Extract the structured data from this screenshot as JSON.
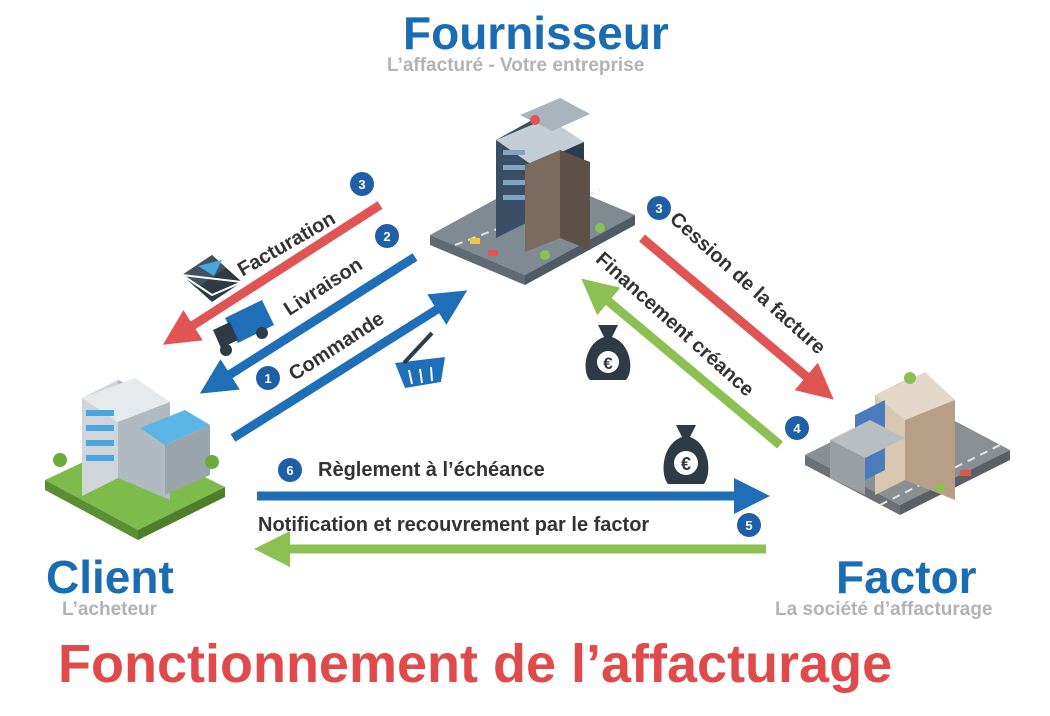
{
  "actors": {
    "fournisseur": {
      "name": "Fournisseur",
      "subtitle": "L’affacturé - Votre entreprise"
    },
    "client": {
      "name": "Client",
      "subtitle": "L’acheteur"
    },
    "factor": {
      "name": "Factor",
      "subtitle": "La société d’affacturage"
    }
  },
  "steps": {
    "facturation": {
      "number": "3",
      "label": "Facturation"
    },
    "livraison": {
      "number": "2",
      "label": "Livraison"
    },
    "commande": {
      "number": "1",
      "label": "Commande"
    },
    "cession": {
      "number": "3",
      "label": "Cession de la facture"
    },
    "financement": {
      "number": "4",
      "label": "Financement créance"
    },
    "reglement": {
      "number": "6",
      "label": "Règlement à l’échéance"
    },
    "notification": {
      "number": "5",
      "label": "Notification et recouvrement par le factor"
    }
  },
  "money_symbol": "€",
  "title": "Fonctionnement de l’affacturage",
  "colors": {
    "blue": "#1f6fb8",
    "red": "#e05454",
    "green": "#8cc053",
    "title_red": "#e04a4a",
    "badge": "#1f5fa8"
  },
  "icons": [
    "office-tower-icon",
    "client-building-icon",
    "factor-building-icon",
    "envelope-icon",
    "truck-icon",
    "basket-icon",
    "money-bag-icon"
  ]
}
